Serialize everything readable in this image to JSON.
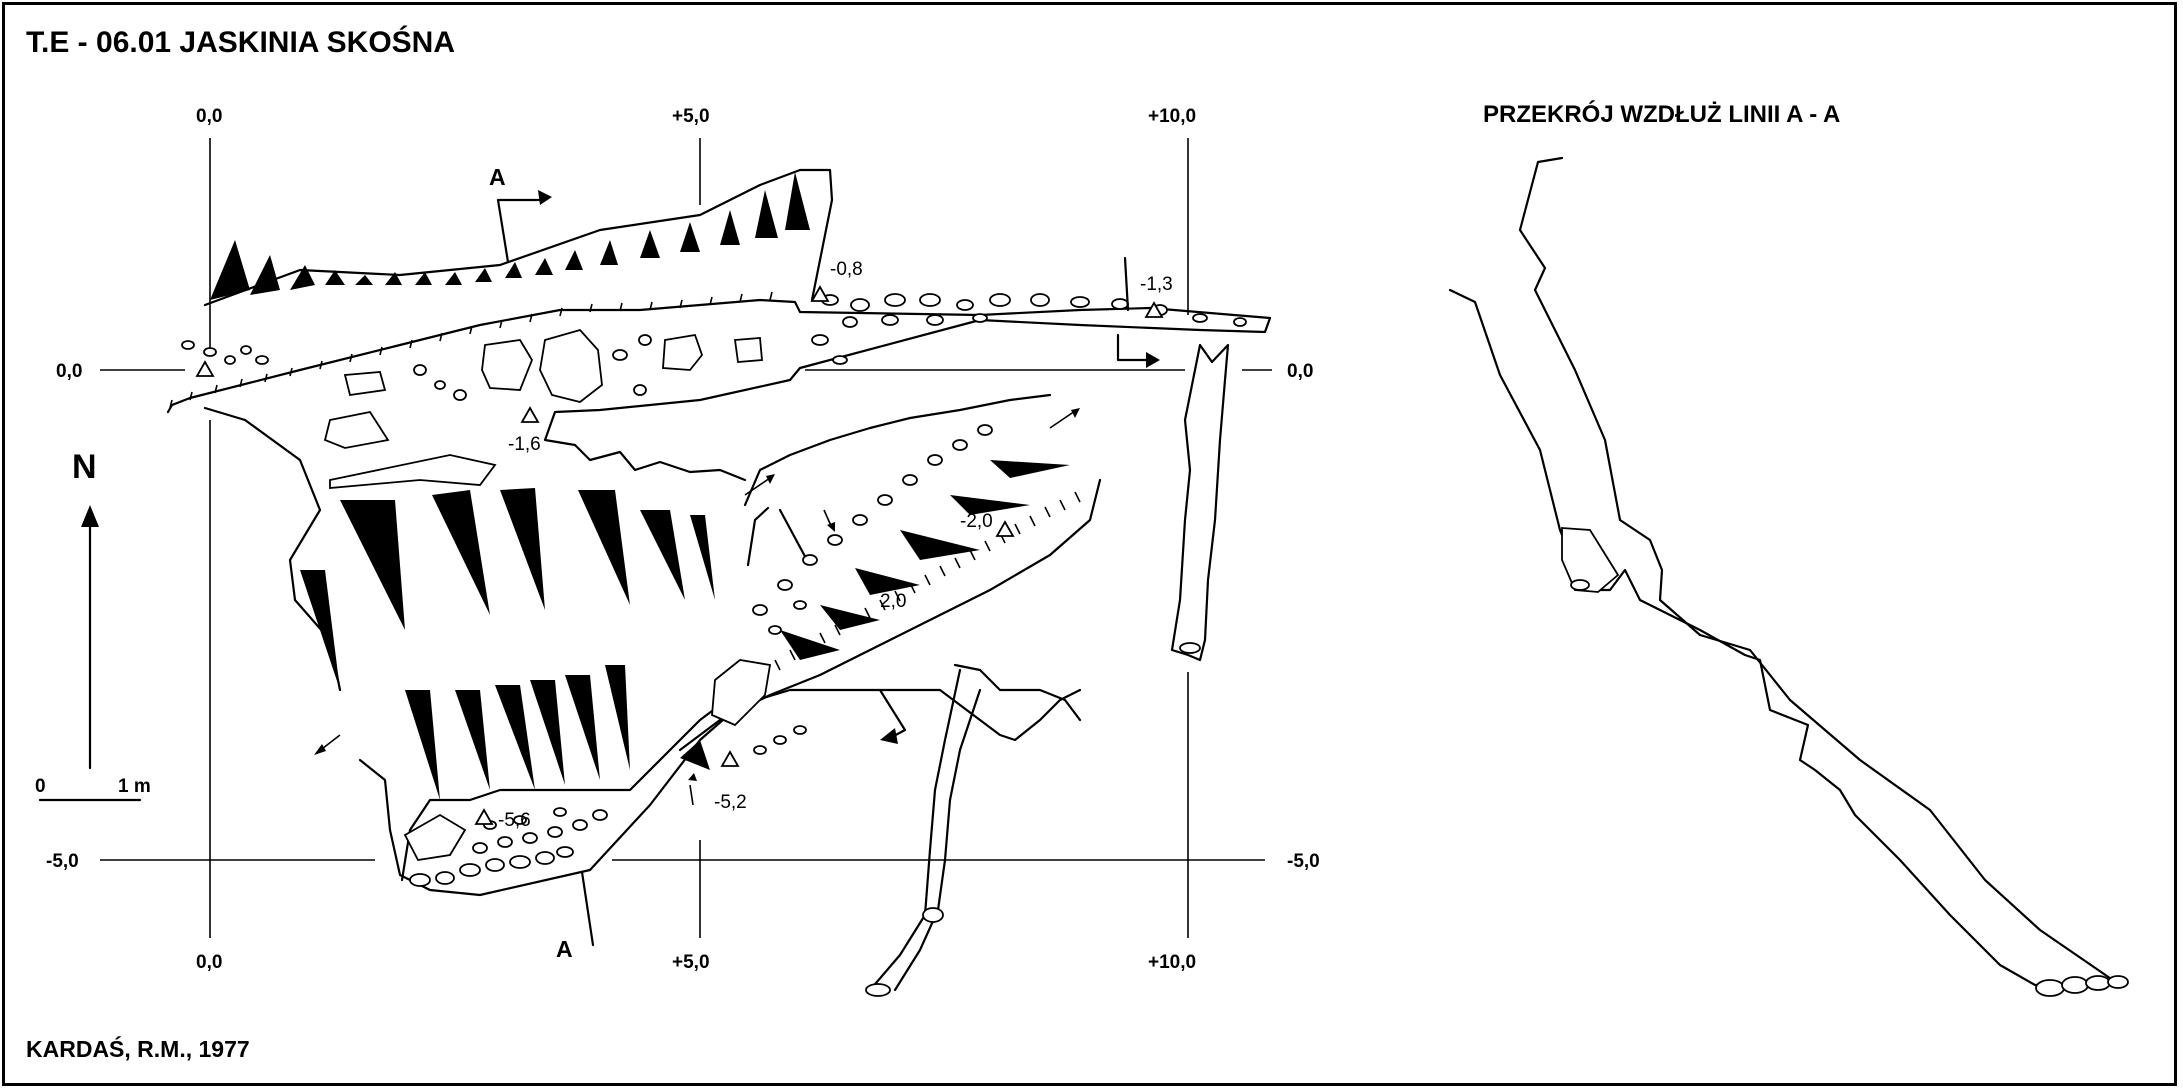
{
  "title": "T.E - 06.01  JASKINIA SKOŚNA",
  "section_title": "PRZEKRÓJ WZDŁUŻ LINII A - A",
  "author": "KARDAŚ, R.M., 1977",
  "north": "N",
  "scale": {
    "zero": "0",
    "unit": "1 m"
  },
  "section_line": {
    "label_top": "A",
    "label_bottom": "A"
  },
  "grid_labels": {
    "x_top": [
      "0,0",
      "+5,0",
      "+10,0"
    ],
    "x_bottom": [
      "0,0",
      "+5,0",
      "+10,0"
    ],
    "y_left": [
      "0,0",
      "-5,0"
    ],
    "y_right": [
      "0,0",
      "-5,0"
    ]
  },
  "elevations": [
    "-0,8",
    "-1,3",
    "-1,6",
    "-2,0",
    "2,0",
    "-5,2",
    "-5,6"
  ],
  "colors": {
    "ink": "#000000",
    "paper": "#ffffff"
  }
}
